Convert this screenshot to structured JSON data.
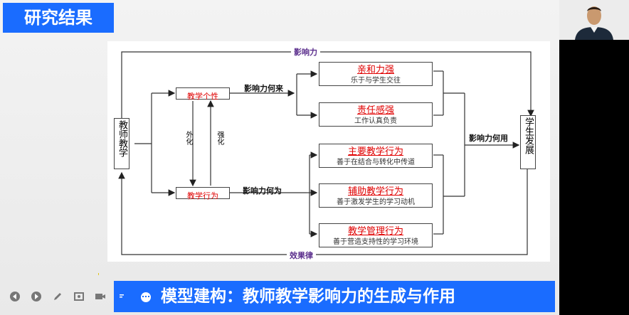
{
  "slide": {
    "title": "研究结果",
    "banner": "模型建构：教师教学影响力的生成与作用",
    "yellow_mark": "'"
  },
  "diagram": {
    "top_label": "影响力",
    "bottom_label": "效果律",
    "left_box": "教师教学",
    "right_box": "学生发展",
    "mid_top_box": "教学个性",
    "mid_bottom_box": "教学行为",
    "vertical_down": "外化",
    "vertical_up": "强化",
    "label_source": "影响力何来",
    "label_for": "影响力何为",
    "label_use": "影响力何用",
    "outcomes": [
      {
        "title": "亲和力强",
        "desc": "乐于与学生交往"
      },
      {
        "title": "责任感强",
        "desc": "工作认真负责"
      },
      {
        "title": "主要教学行为",
        "desc": "善于在结合与转化中传道"
      },
      {
        "title": "辅助教学行为",
        "desc": "善于激发学生的学习动机"
      },
      {
        "title": "教学管理行为",
        "desc": "善于营造支持性的学习环境"
      }
    ]
  },
  "toolbar": {
    "icons": [
      "prev-icon",
      "next-icon",
      "pen-icon",
      "screenshot-icon",
      "camera-icon",
      "chat-icon",
      "more-icon"
    ]
  }
}
